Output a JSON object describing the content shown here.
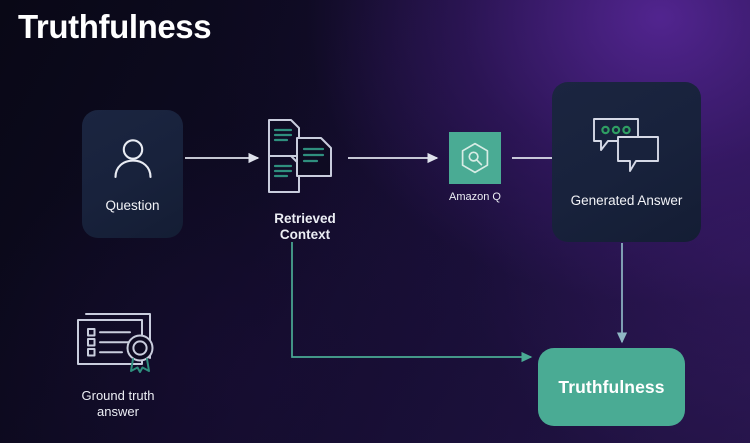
{
  "slide": {
    "title": "Truthfulness",
    "background_colors": {
      "base": "#0d0a1f",
      "purple_glow": "#562696",
      "deep_navy": "#090816"
    }
  },
  "palette": {
    "accent_teal": "#4aab94",
    "card_navy": "#1b2540",
    "arrow_white": "#dfe2ec",
    "text_white": "#ffffff",
    "dot_green": "#2f9e63",
    "doc_line_teal": "#2f8f7e"
  },
  "nodes": [
    {
      "id": "question",
      "label": "Question",
      "icon": "user-icon",
      "style": "dark-card"
    },
    {
      "id": "retrieved-context",
      "label": "Retrieved\nContext",
      "icon": "documents-icon",
      "style": "plain"
    },
    {
      "id": "amazon-q",
      "label": "Amazon Q",
      "icon": "amazon-q-logo-icon",
      "style": "teal-tile"
    },
    {
      "id": "generated-answer",
      "label": "Generated Answer",
      "icon": "chat-bubbles-icon",
      "style": "dark-card"
    },
    {
      "id": "ground-truth-answer",
      "label": "Ground truth\nanswer",
      "icon": "certificate-award-icon",
      "style": "plain"
    },
    {
      "id": "truthfulness-result",
      "label": "Truthfulness",
      "icon": "none",
      "style": "teal-card"
    }
  ],
  "connectors": [
    {
      "id": "question-to-context",
      "from": "question",
      "to": "retrieved-context",
      "color": "#dfe2ec",
      "shape": "straight-right"
    },
    {
      "id": "context-to-amazonq",
      "from": "retrieved-context",
      "to": "amazon-q",
      "color": "#dfe2ec",
      "shape": "straight-right"
    },
    {
      "id": "amazonq-to-answer",
      "from": "amazon-q",
      "to": "generated-answer",
      "color": "#dfe2ec",
      "shape": "straight-right"
    },
    {
      "id": "context-to-truthfulness",
      "from": "retrieved-context",
      "to": "truthfulness-result",
      "color": "#4aab94",
      "shape": "elbow-down-right"
    },
    {
      "id": "answer-to-truthfulness",
      "from": "generated-answer",
      "to": "truthfulness-result",
      "color": "#8fb7c4",
      "shape": "straight-down"
    }
  ]
}
